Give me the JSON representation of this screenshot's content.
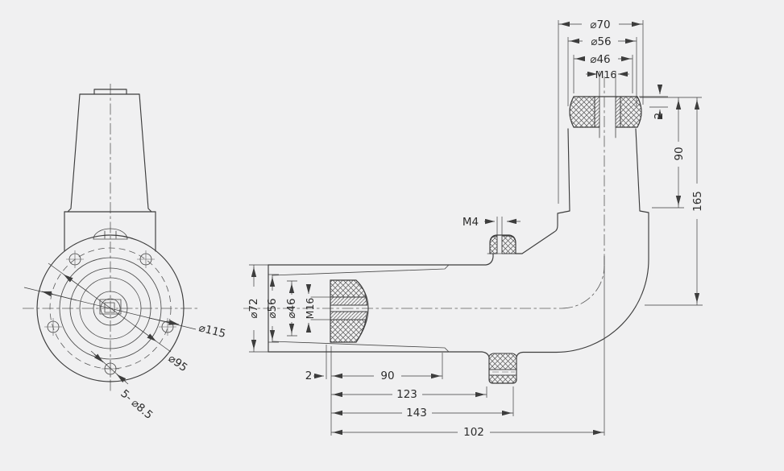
{
  "drawing": {
    "type": "engineering-2d-drawing",
    "component": "right-angle elbow bushing with conical insulator housings",
    "views": {
      "front": "front-view-flange",
      "section": "side-section-elbow"
    },
    "colors": {
      "background": "#f0f0f1",
      "line": "#3d3d3d",
      "centerline": "#5a5a5a",
      "text": "#2c2c2c"
    }
  },
  "labels": {
    "top_d70": "⌀70",
    "top_d56": "⌀56",
    "top_d46": "⌀46",
    "top_m16": "M16",
    "right_2": "2",
    "right_90": "90",
    "right_165": "165",
    "m4": "M4",
    "side_d72": "⌀72",
    "side_d56": "⌀56",
    "side_d46": "⌀46",
    "side_m16": "M16",
    "bottom_2": "2",
    "bottom_90": "90",
    "bottom_123": "123",
    "bottom_143": "143",
    "bottom_102": "102",
    "front_d115": "⌀115",
    "front_d95": "⌀95",
    "front_holes": "5- ⌀8.5"
  }
}
